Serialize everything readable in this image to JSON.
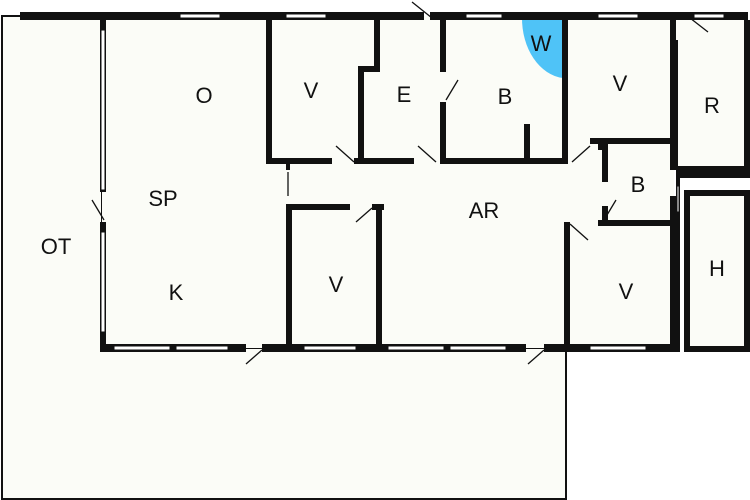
{
  "floorplan": {
    "colors": {
      "floor": "#fbfcf7",
      "wall": "#111111",
      "window": "#ffffff",
      "fixture": "#4fc3f7",
      "page_bg": "#ffffff"
    },
    "rooms": [
      {
        "id": "ot",
        "label": "OT"
      },
      {
        "id": "o",
        "label": "O"
      },
      {
        "id": "sp",
        "label": "SP"
      },
      {
        "id": "k",
        "label": "K"
      },
      {
        "id": "v1",
        "label": "V"
      },
      {
        "id": "e",
        "label": "E"
      },
      {
        "id": "b1",
        "label": "B"
      },
      {
        "id": "w",
        "label": "W"
      },
      {
        "id": "v2",
        "label": "V"
      },
      {
        "id": "r",
        "label": "R"
      },
      {
        "id": "ar",
        "label": "AR"
      },
      {
        "id": "b2",
        "label": "B"
      },
      {
        "id": "v3",
        "label": "V"
      },
      {
        "id": "v4",
        "label": "V"
      },
      {
        "id": "h",
        "label": "H"
      }
    ]
  }
}
